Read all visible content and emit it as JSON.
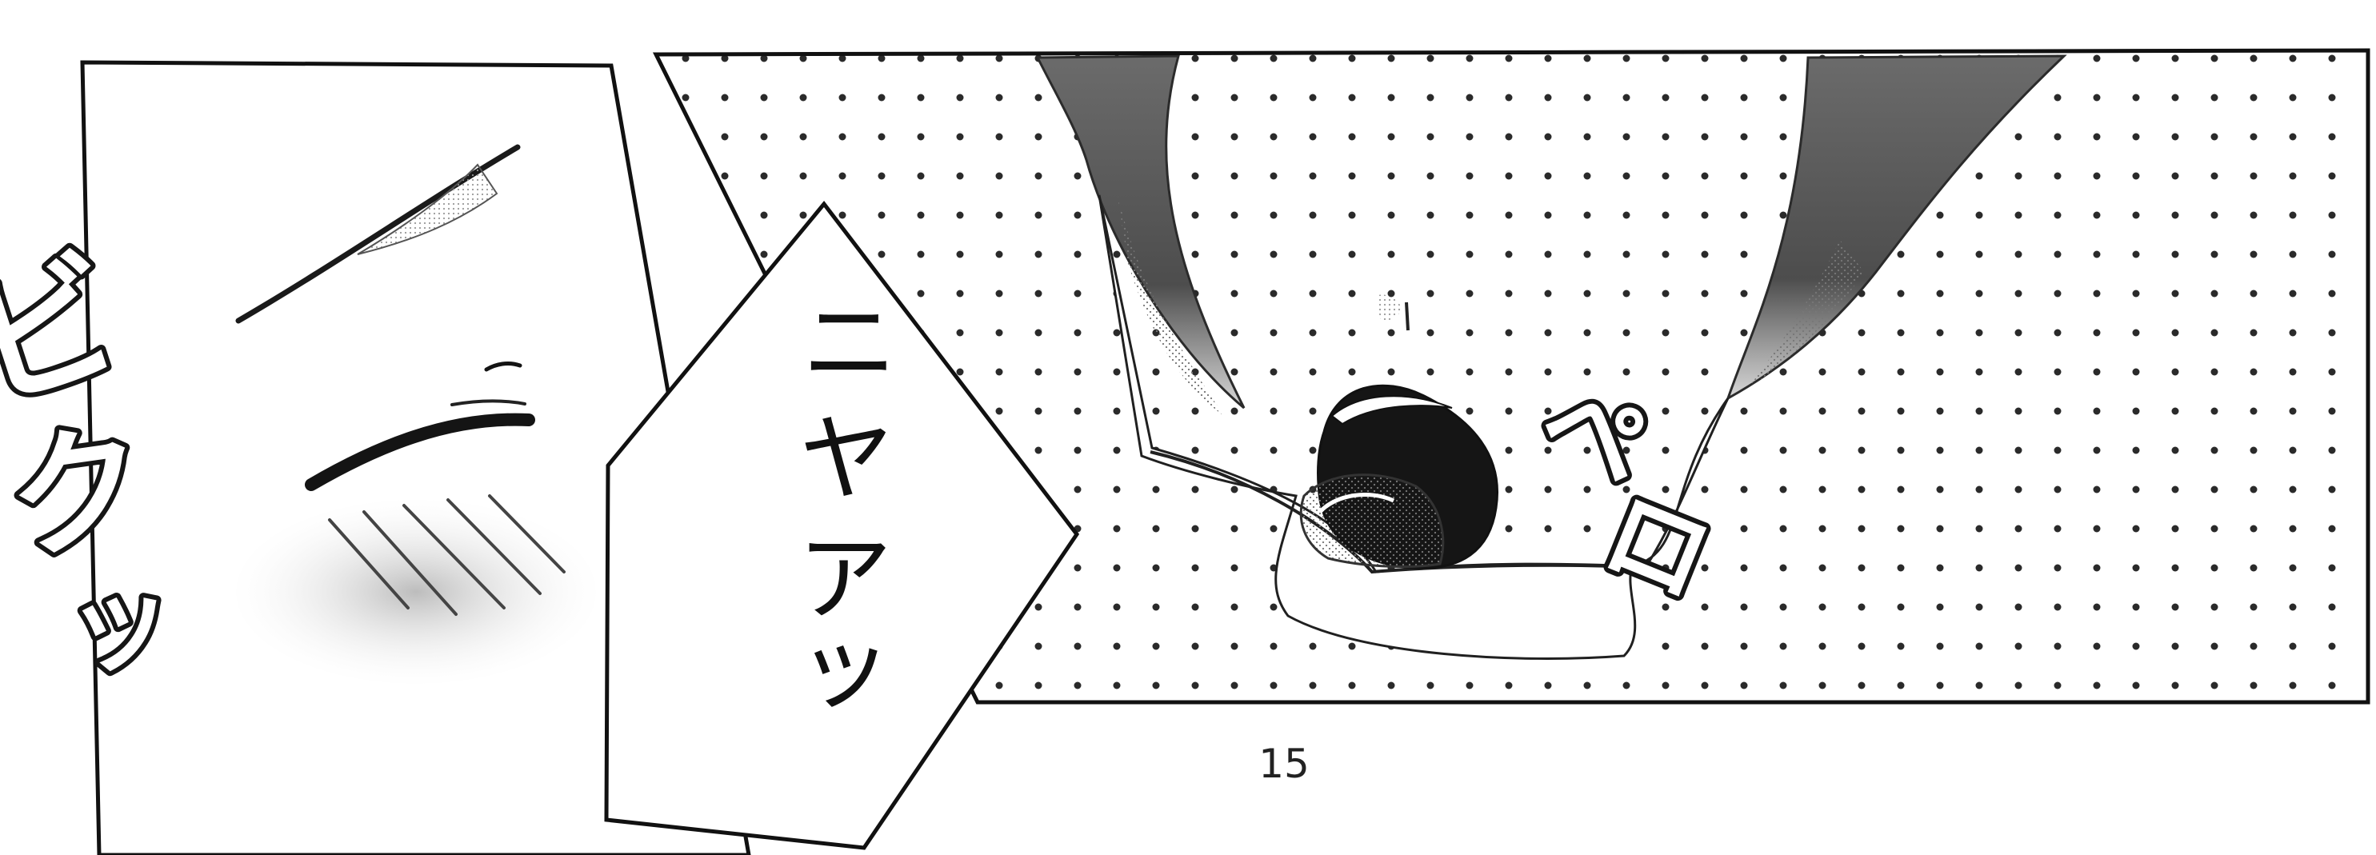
{
  "speech_bubble": {
    "lines": [
      "ニ",
      "ヤ",
      "ア",
      "ッ"
    ]
  },
  "sfx_left": {
    "lines": [
      "ビ",
      "ク",
      "ッ"
    ]
  },
  "sfx_right": {
    "lines": [
      "ペ",
      "ロ"
    ]
  },
  "page": {
    "number": "15"
  },
  "colors": {
    "ink": "#111111",
    "paper": "#ffffff",
    "screentone": "#9a9a9a",
    "dot": "#2a2a2a"
  }
}
